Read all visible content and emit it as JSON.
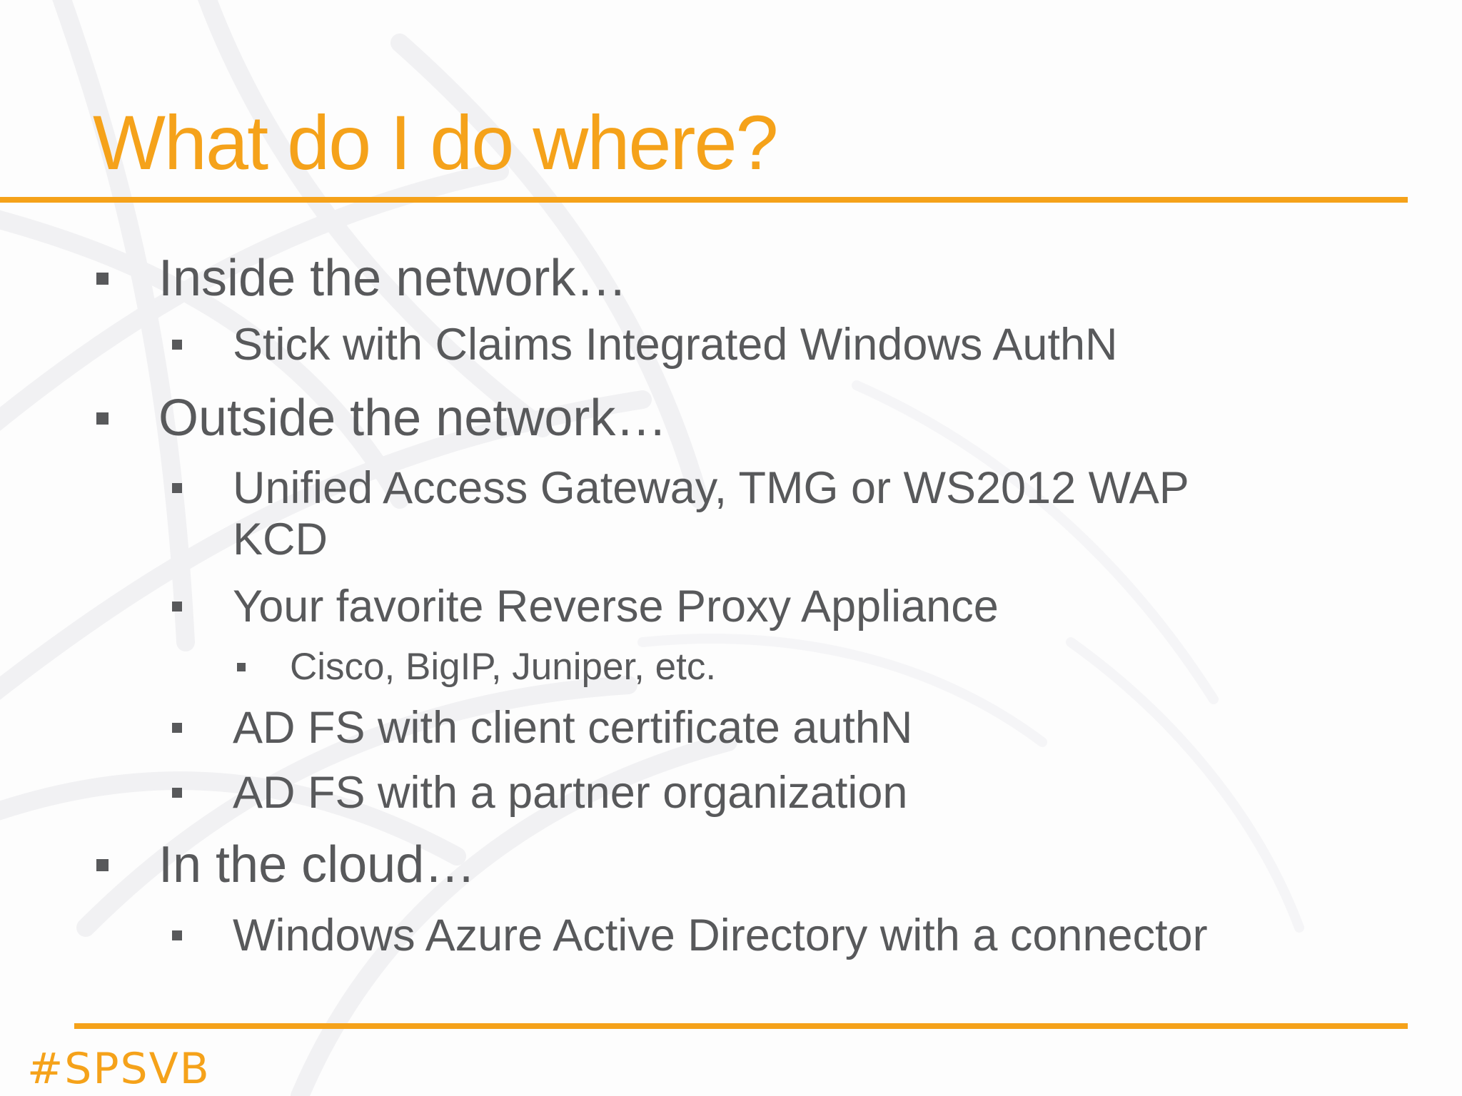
{
  "slide": {
    "title": "What do I do where?",
    "hashtag": "#SPSVB",
    "accent_color": "#f5a21a",
    "text_color": "#58595b",
    "bullet_icon": "square-bullet-icon",
    "bullets": [
      {
        "level": 1,
        "text": "Inside the network…"
      },
      {
        "level": 2,
        "text": "Stick with Claims Integrated Windows AuthN"
      },
      {
        "level": 1,
        "text": "Outside the network…"
      },
      {
        "level": 2,
        "text": "Unified Access Gateway, TMG or WS2012 WAP",
        "continuation": "KCD"
      },
      {
        "level": 2,
        "text": "Your favorite Reverse Proxy Appliance"
      },
      {
        "level": 3,
        "text": "Cisco, BigIP, Juniper, etc."
      },
      {
        "level": 2,
        "text": "AD FS with client certificate authN"
      },
      {
        "level": 2,
        "text": "AD FS with a partner organization"
      },
      {
        "level": 1,
        "text": "In the cloud…"
      },
      {
        "level": 2,
        "text": "Windows Azure Active Directory with a connector"
      }
    ]
  }
}
